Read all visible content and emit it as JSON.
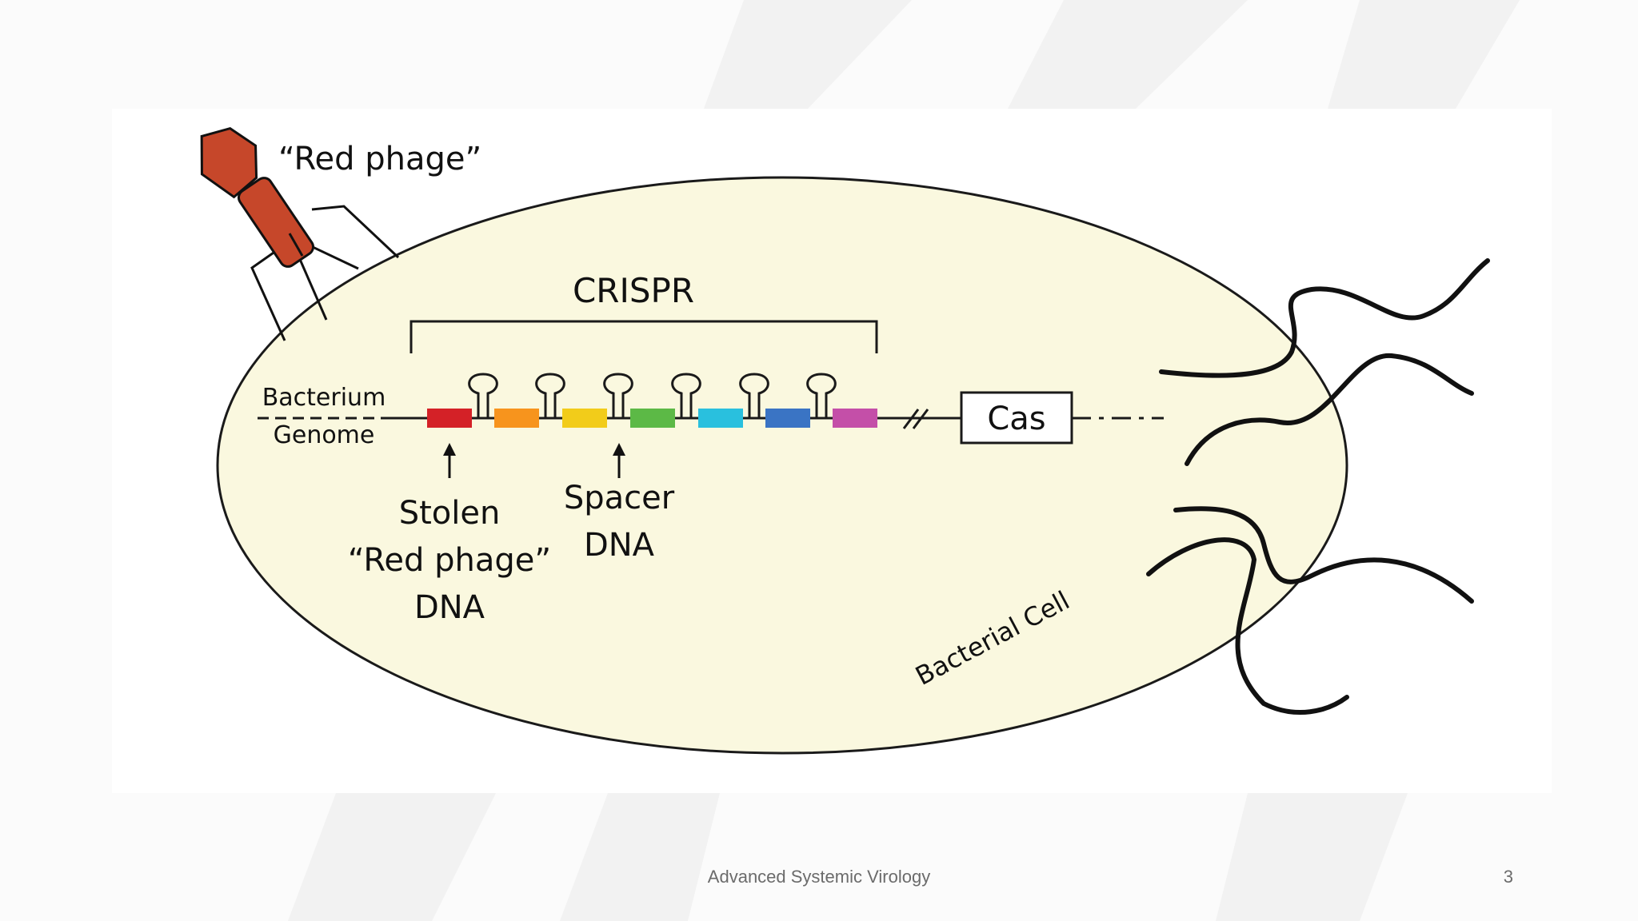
{
  "diagram": {
    "phage_label": "“Red phage”",
    "crispr_label": "CRISPR",
    "genome_label_line1": "Bacterium",
    "genome_label_line2": "Genome",
    "stolen_label_line1": "Stolen",
    "stolen_label_line2": "“Red phage”",
    "stolen_label_line3": "DNA",
    "spacer_label_line1": "Spacer",
    "spacer_label_line2": "DNA",
    "cas_label": "Cas",
    "cell_label": "Bacterial Cell",
    "spacer_colors": [
      "#d42127",
      "#f7941d",
      "#f2cc1a",
      "#5cb946",
      "#29c0de",
      "#3a74c4",
      "#c44fa8"
    ],
    "cell_fill": "#faf8df",
    "phage_color": "#c6472a"
  },
  "footer": {
    "title": "Advanced Systemic Virology",
    "page_number": "3"
  }
}
